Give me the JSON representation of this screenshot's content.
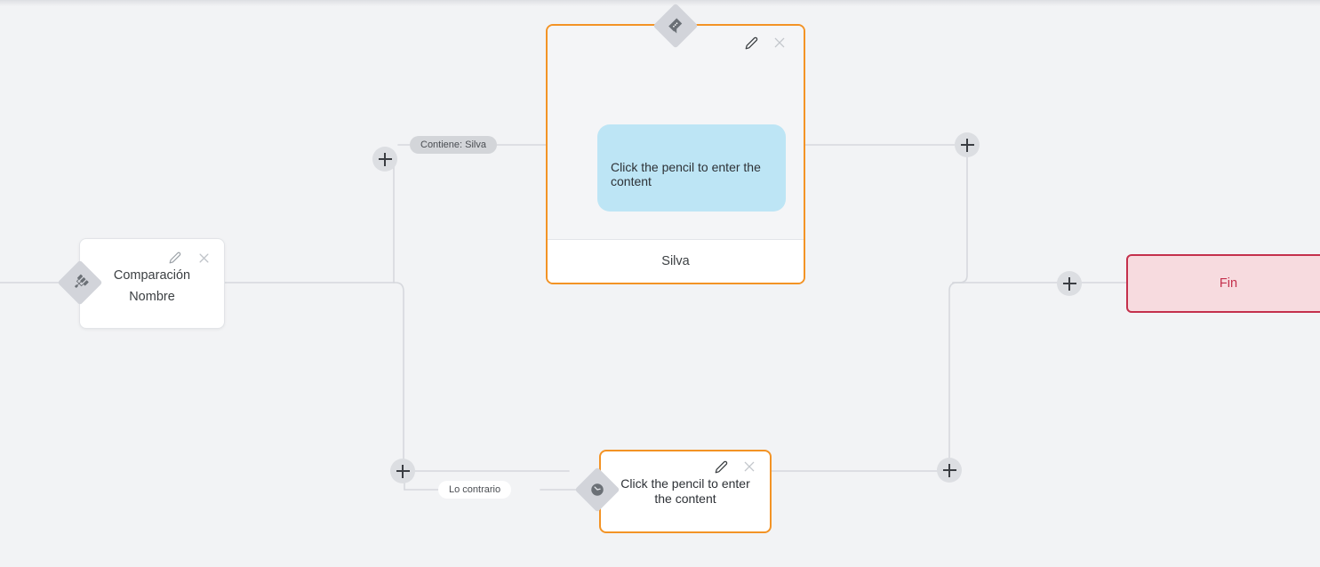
{
  "canvas": {
    "background": "#f2f3f5",
    "edge_color": "#d6d8dd",
    "accent_orange": "#f39325",
    "accent_red": "#c4304c",
    "bubble_blue": "#bde5f5"
  },
  "nodes": {
    "comparison": {
      "title": "Comparación",
      "subtitle": "Nombre",
      "badge_icon": "branch-icon",
      "edit_icon": "pencil-icon",
      "close_icon": "close-icon"
    },
    "message": {
      "bubble_text": "Click the pencil to enter the content",
      "footer_label": "Silva",
      "badge_icon": "chat-bubble-icon",
      "edit_icon": "pencil-icon",
      "close_icon": "close-icon"
    },
    "wait": {
      "text": "Click the pencil to enter the content",
      "badge_icon": "clock-icon",
      "edit_icon": "pencil-icon",
      "close_icon": "close-icon"
    },
    "end": {
      "label": "Fin"
    }
  },
  "edge_labels": {
    "branch_true": "Contiene: Silva",
    "branch_false": "Lo contrario"
  },
  "add_buttons": [
    {
      "id": "add-branch-true",
      "icon": "plus-icon"
    },
    {
      "id": "add-branch-false",
      "icon": "plus-icon"
    },
    {
      "id": "add-after-message",
      "icon": "plus-icon"
    },
    {
      "id": "add-after-wait",
      "icon": "plus-icon"
    },
    {
      "id": "add-before-end",
      "icon": "plus-icon"
    }
  ]
}
